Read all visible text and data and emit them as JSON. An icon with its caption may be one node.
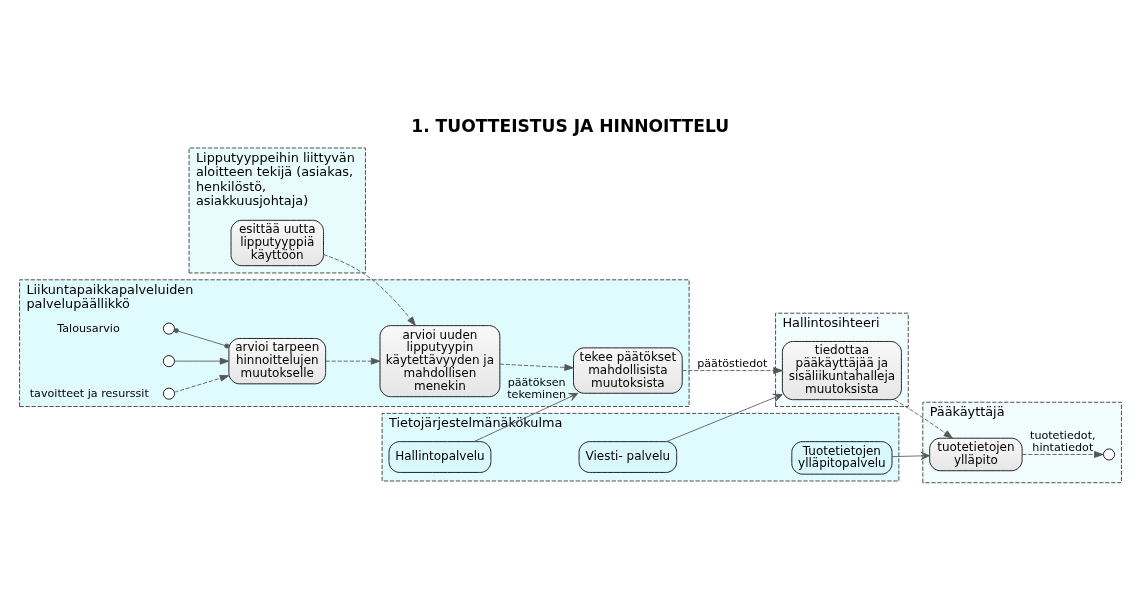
{
  "diagram": {
    "title": "1. TUOTTEISTUS JA HINNOITTELU",
    "nodes": [
      {
        "text": [
          "Lipputyyppeihin liittyvän aloitteen tekijä (asiakas, henkilöstö, asiakkuusjohtaja)"
        ]
      },
      {
        "text": [
          "esittää uutta lipputyyppiä  käyttöön"
        ],
        "in": 0
      },
      {
        "text": [
          "Liikuntapaikkapalveluiden palvelupäällikkö"
        ]
      },
      {
        "text": [],
        "shape": "circle",
        "in": 2,
        "beside": [
          "Talousarvio"
        ]
      },
      {
        "text": [],
        "shape": "circle",
        "in": 2
      },
      {
        "text": [],
        "shape": "circle",
        "in": 2,
        "beside": [
          "tavoitteet ja resurssit"
        ]
      },
      {
        "text": [
          "arvioi tarpeen hinnoittelujen muutokselle"
        ],
        "in": 2
      },
      {
        "text": [
          "arvioi uuden lipputyypin käytettävyyden ja mahdollisen menekin"
        ],
        "in": 2
      },
      {
        "text": [
          "tekee päätökset mahdollisista muutoksista"
        ],
        "in": 2
      },
      {
        "text": [
          "Hallintosihteeri"
        ]
      },
      {
        "text": [
          "tiedottaa pääkäyttäjää ja sisäliikuntahalleja muutoksista"
        ],
        "in": 9
      },
      {
        "text": [
          "Pääkäyttäjä"
        ]
      },
      {
        "text": [
          "tuotetietojen ylläpito"
        ],
        "in": 11
      },
      {
        "text": [],
        "shape": "circle",
        "in": 11
      },
      {
        "text": [
          "Tietojärjestelmänäkökulma"
        ]
      },
      {
        "text": [
          "Hallintopalvelu"
        ],
        "in": 14
      },
      {
        "text": [
          "Viesti- palvelu"
        ],
        "in": 14
      },
      {
        "text": [
          "Tuotetietojen ylläpitopalvelu"
        ],
        "in": 14
      }
    ],
    "edges": [
      {
        "from": 3,
        "to": 6,
        "arrow": "other"
      },
      {
        "from": 4,
        "to": 6,
        "arrow": "to"
      },
      {
        "from": 5,
        "to": 6,
        "arrow": "to",
        "style": "dashed"
      },
      {
        "from": 1,
        "to": 7,
        "arrow": "to",
        "style": "dashed"
      },
      {
        "from": 6,
        "to": 7,
        "arrow": "to",
        "style": "dashed"
      },
      {
        "from": 7,
        "to": 8,
        "arrow": "to",
        "style": "dashed"
      },
      {
        "from": 8,
        "to": 10,
        "arrow": "to",
        "style": "dashed",
        "label": "päätöstiedot"
      },
      {
        "from": 10,
        "to": 12,
        "arrow": "to",
        "style": "dashed"
      },
      {
        "from": 12,
        "to": 13,
        "arrow": "to",
        "style": "dashed",
        "label": "tuotetiedot, hintatiedot"
      },
      {
        "from": 15,
        "to": 8,
        "arrow": "to",
        "label": "päätöksen tekeminen"
      },
      {
        "from": 16,
        "to": 10,
        "arrow": "to"
      },
      {
        "from": 17,
        "to": 12,
        "arrow": "to"
      }
    ]
  }
}
